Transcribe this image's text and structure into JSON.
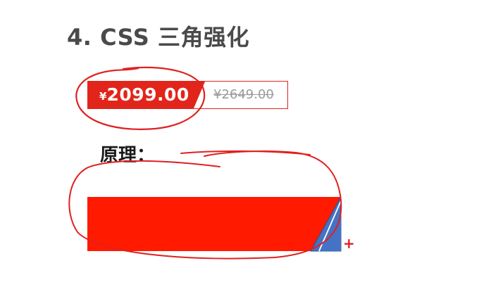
{
  "page": {
    "heading": "4. CSS 三角强化",
    "principle_label": "原理："
  },
  "price": {
    "currency": "¥",
    "current": "2099.00",
    "original": "¥2649.00"
  },
  "demo": {
    "plus": "+"
  },
  "colors": {
    "price_red": "#e1251b",
    "demo_bar_red": "#ff1a00",
    "triangle_blue": "#4472c4",
    "annotation_red": "#e02020"
  }
}
